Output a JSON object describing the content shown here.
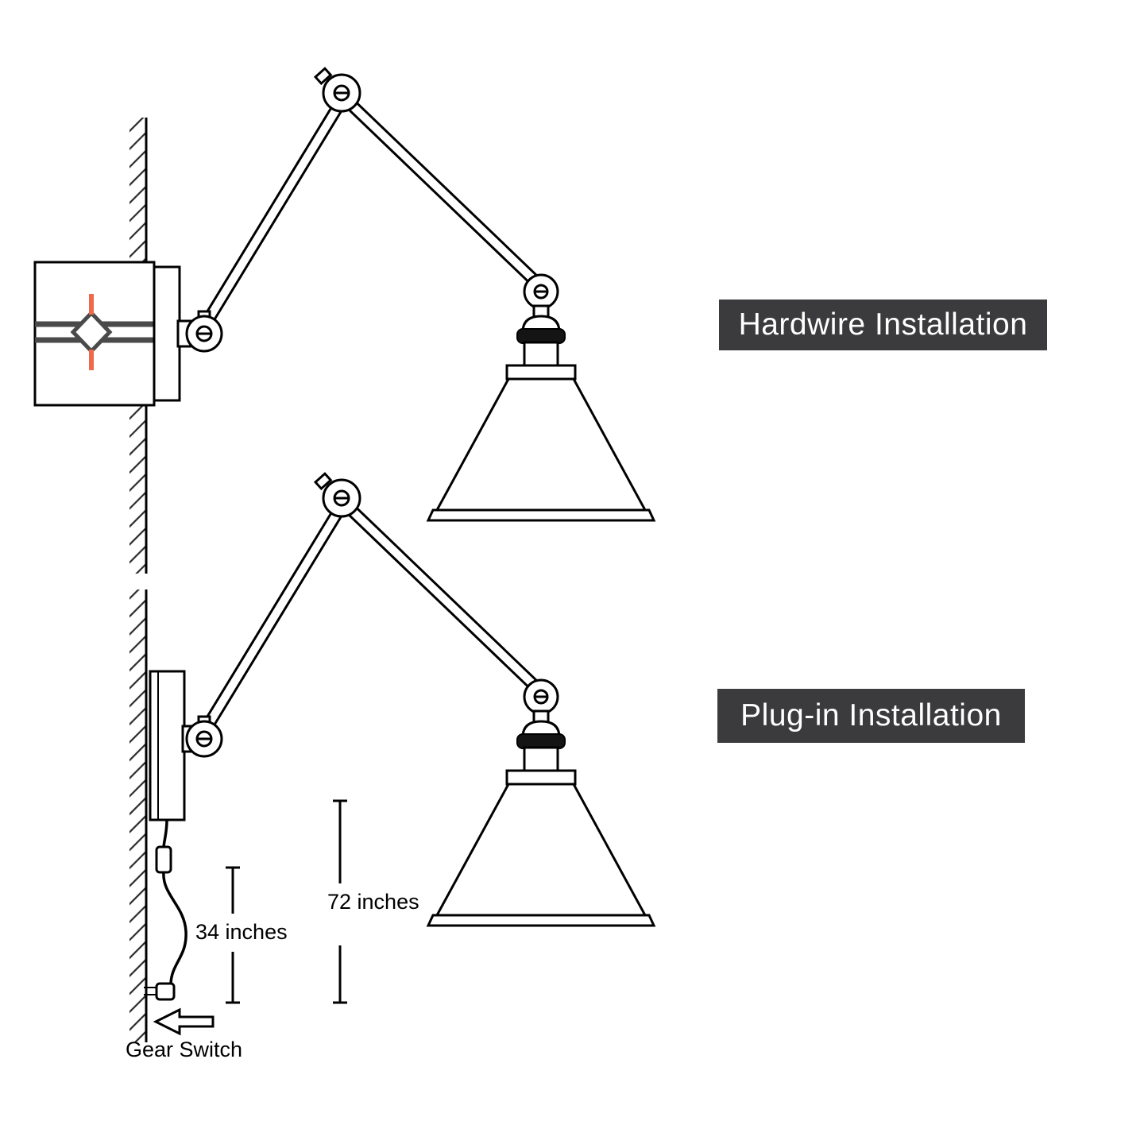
{
  "diagram": {
    "sections": {
      "hardwire_label": "Hardwire Installation",
      "plugin_label": "Plug-in Installation"
    },
    "dimensions": {
      "cord_total": "72 inches",
      "switch_height": "34 inches"
    },
    "annotations": {
      "gear_switch": "Gear Switch"
    },
    "colors": {
      "background": "#ffffff",
      "line": "#000000",
      "wire": "#4a4a4a",
      "accent": "#ef6a4b",
      "label_bg": "#3b3b3d",
      "label_text": "#ffffff"
    }
  }
}
